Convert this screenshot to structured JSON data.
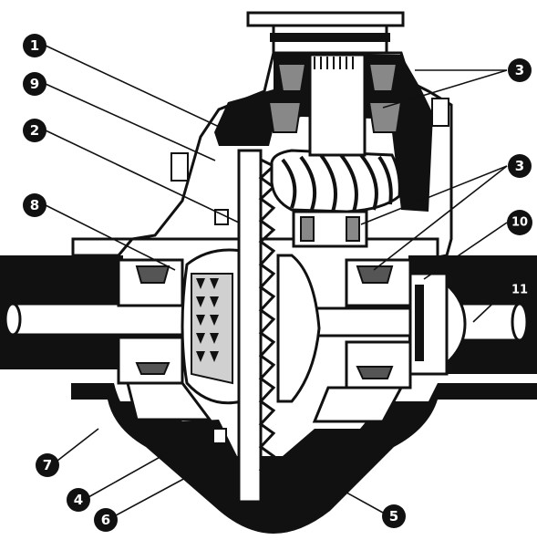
{
  "diagram": {
    "type": "cutaway-illustration",
    "colors": {
      "ink": "#111111",
      "paper": "#ffffff",
      "mid": "#777777",
      "light": "#c8c8c8"
    },
    "callouts": [
      {
        "id": "c1",
        "label": "1"
      },
      {
        "id": "c9",
        "label": "9"
      },
      {
        "id": "c2",
        "label": "2"
      },
      {
        "id": "c8",
        "label": "8"
      },
      {
        "id": "c3a",
        "label": "3"
      },
      {
        "id": "c3b",
        "label": "3"
      },
      {
        "id": "c10",
        "label": "10"
      },
      {
        "id": "c11",
        "label": "11"
      },
      {
        "id": "c7",
        "label": "7"
      },
      {
        "id": "c4",
        "label": "4"
      },
      {
        "id": "c6",
        "label": "6"
      },
      {
        "id": "c5",
        "label": "5"
      }
    ]
  }
}
